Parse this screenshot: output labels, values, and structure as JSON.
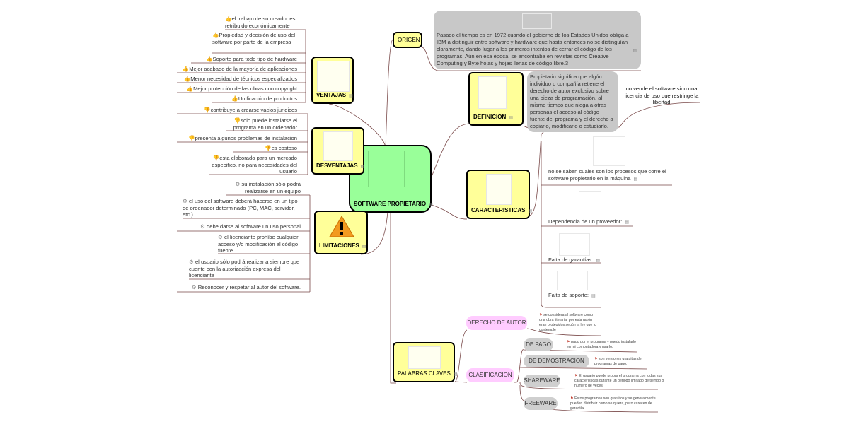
{
  "central": {
    "label": "SOFTWARE PROPIETARIO"
  },
  "origen": {
    "label": "ORIGEN",
    "note": "Pasado el tiempo es en 1972 cuando el gobierno de los Estados Unidos obliga a IBM a distinguir entre software y hardware que hasta entonces no se distinguían claramente, dando lugar a los primeros intentos de cerrar el código de los programas. Aún en esa época, se encontraba en revistas como Creative Computing y Byte hojas y hojas llenas de código libre.3"
  },
  "definicion": {
    "label": "DEFINICION",
    "note": "Propietario significa que algún individuo o compañía retiene el derecho de autor exclusivo sobre una pieza de programación, al mismo tiempo que niega a otras personas el acceso al código fuente del programa y el derecho a copiarlo, modificarlo o estudiarlo.",
    "extra": "no  vende el software sino una licencia de uso que restringe la libertad"
  },
  "caracteristicas": {
    "label": "CARACTERISTICAS",
    "items": [
      "no se saben cuales son los procesos que  corre el software propietario en la máquina",
      "Dependencia de un proveedor:",
      "Falta de garantías:",
      "Falta de soporte:"
    ]
  },
  "palabras": {
    "label": "PALABRAS CLAVES",
    "derecho": {
      "label": "DERECHO DE AUTOR",
      "note": "se considera al software como una obra literaria, por esta razón eran protegidos según la ley que lo contemple"
    },
    "clasificacion": {
      "label": "CLASIFICACION",
      "items": [
        {
          "label": "DE PAGO",
          "note": "pago por el programa y puedo instalarlo en mi computadora y usarlo."
        },
        {
          "label": "DE DEMOSTRACION",
          "note": "son versiones gratuitas de programas de pago."
        },
        {
          "label": "SHAREWARE",
          "note": "El usuario puede probar el programa con todas sus características durante un periodo limitado de tiempo o número de veces."
        },
        {
          "label": "FREEWARE",
          "note": "Estos programas son gratuitos y se generalmente pueden distribuir como se quiera, pero carecen de garantía."
        }
      ]
    }
  },
  "ventajas": {
    "label": "VENTAJAS",
    "items": [
      "el trabajo de su creador es retribuido económicamente",
      "Propiedad y decisión de uso del software por parte de la empresa",
      "Soporte para todo tipo de hardware",
      "Mejor acabado de la mayoría de aplicaciones",
      "Menor necesidad de técnicos especializados",
      "Mejor protección de las obras con copyright",
      "Unificación de productos"
    ]
  },
  "desventajas": {
    "label": "DESVENTAJAS",
    "items": [
      "contribuye a crearse vacios juridicos",
      "solo puede instalarse el programa en un ordenador",
      "presenta algunos problemas de instalacion",
      "es costoso",
      "esta elaborado para un mercado especifico, no para necesidades del usuario"
    ]
  },
  "limitaciones": {
    "label": "LIMITACIONES",
    "items": [
      "su instalación sólo podrá realizarse en un equipo",
      "el uso del software deberá hacerse en un tipo de ordenador determinado (PC, MAC, servidor, etc.).",
      "debe darse al software un uso personal",
      "el licenciante prohíbe cualquier acceso y/o modificación al código fuente",
      "el usuario sólo podrá realizarla siempre que cuente con la autorización expresa del licenciante",
      "Reconocer y respetar al autor del software."
    ]
  },
  "icons": {
    "note": "notes-icon",
    "pro": "thumbs-up-icon",
    "con": "thumbs-down-icon",
    "gear": "gear-icon",
    "flag": "flag-icon"
  }
}
